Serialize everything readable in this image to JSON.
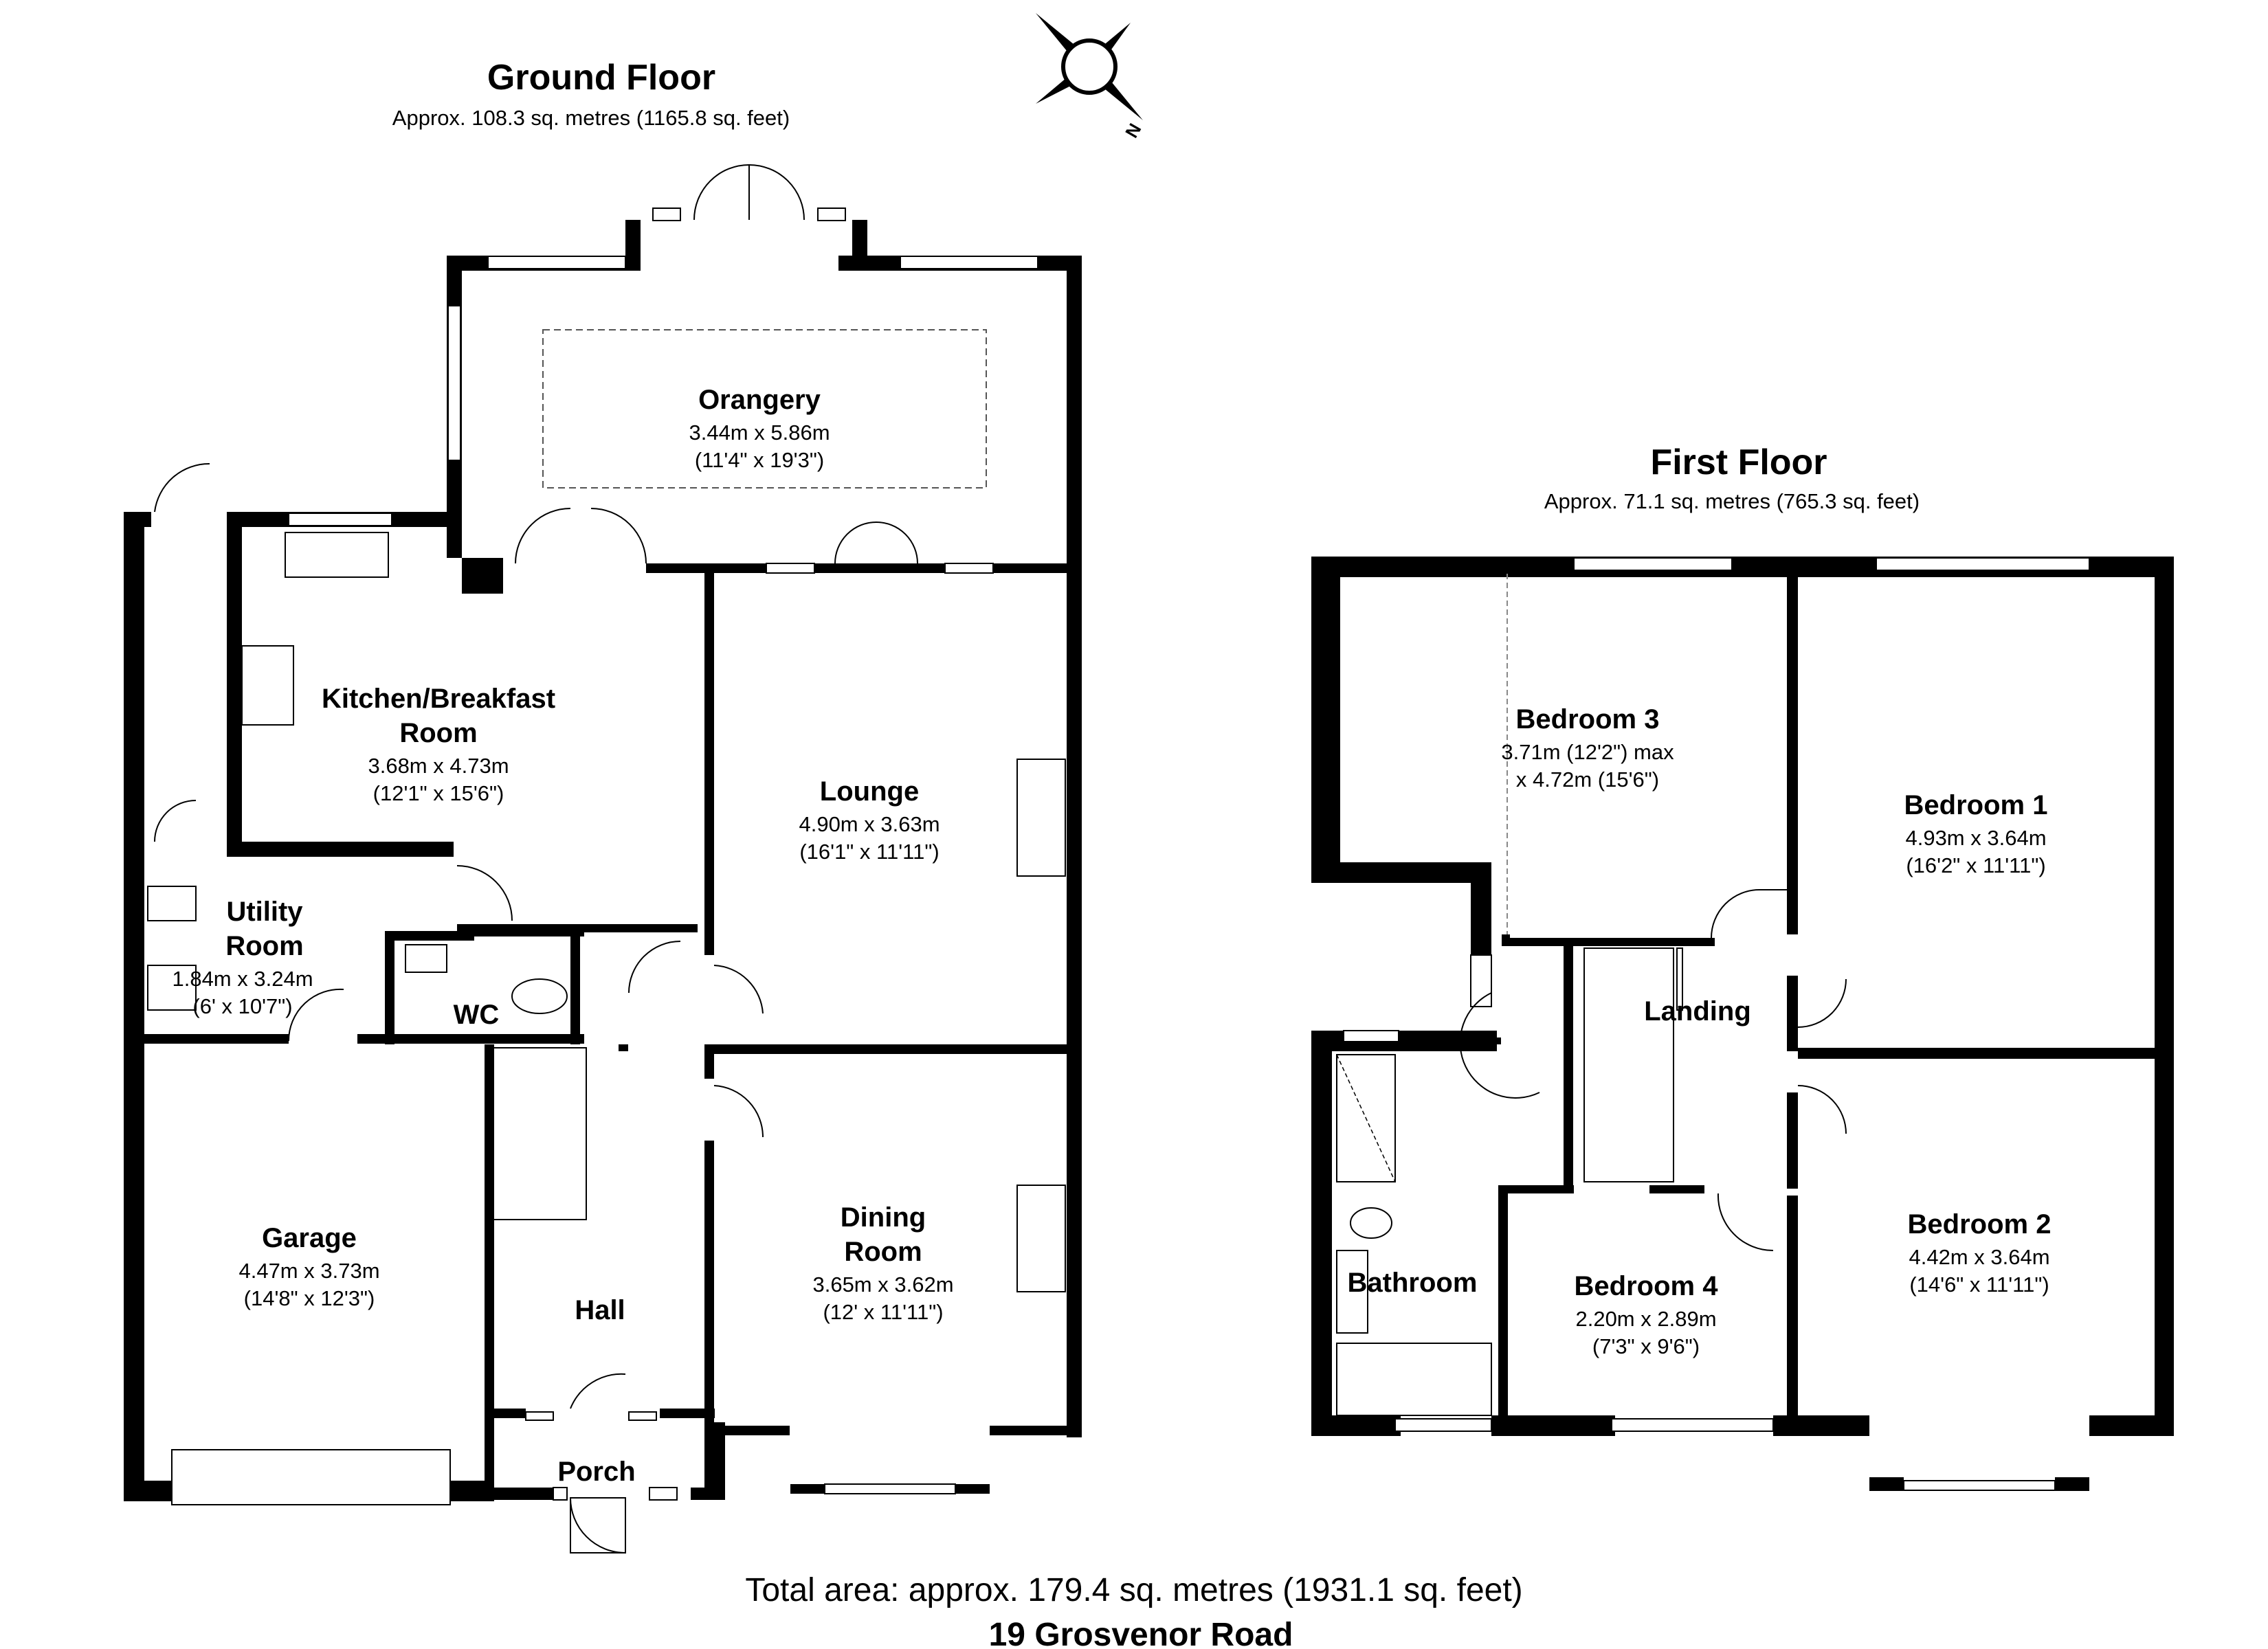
{
  "ground_floor": {
    "title": "Ground Floor",
    "area": "Approx. 108.3 sq. metres (1165.8 sq. feet)",
    "rooms": {
      "orangery": {
        "name": "Orangery",
        "metric": "3.44m x 5.86m",
        "imperial": "(11'4\" x 19'3\")"
      },
      "kitchen": {
        "name_line1": "Kitchen/Breakfast",
        "name_line2": "Room",
        "metric": "3.68m x 4.73m",
        "imperial": "(12'1\" x 15'6\")"
      },
      "lounge": {
        "name": "Lounge",
        "metric": "4.90m x 3.63m",
        "imperial": "(16'1\" x 11'11\")"
      },
      "utility": {
        "name_line1": "Utility",
        "name_line2": "Room",
        "metric": "1.84m x 3.24m",
        "imperial": "(6' x 10'7\")"
      },
      "wc": {
        "name": "WC"
      },
      "garage": {
        "name": "Garage",
        "metric": "4.47m x 3.73m",
        "imperial": "(14'8\" x 12'3\")"
      },
      "dining": {
        "name_line1": "Dining",
        "name_line2": "Room",
        "metric": "3.65m x 3.62m",
        "imperial": "(12' x 11'11\")"
      },
      "hall": {
        "name": "Hall"
      },
      "porch": {
        "name": "Porch"
      }
    }
  },
  "first_floor": {
    "title": "First Floor",
    "area": "Approx. 71.1 sq. metres (765.3 sq. feet)",
    "rooms": {
      "bedroom3": {
        "name": "Bedroom 3",
        "metric": "3.71m (12'2\") max",
        "imperial": "x 4.72m (15'6\")"
      },
      "bedroom1": {
        "name": "Bedroom 1",
        "metric": "4.93m x 3.64m",
        "imperial": "(16'2\" x 11'11\")"
      },
      "landing": {
        "name": "Landing"
      },
      "bathroom": {
        "name": "Bathroom"
      },
      "bedroom4": {
        "name": "Bedroom 4",
        "metric": "2.20m x 2.89m",
        "imperial": "(7'3\" x 9'6\")"
      },
      "bedroom2": {
        "name": "Bedroom 2",
        "metric": "4.42m x 3.64m",
        "imperial": "(14'6\" x 11'11\")"
      }
    }
  },
  "compass": {
    "north_label": "N"
  },
  "total_area": "Total area: approx. 179.4 sq. metres (1931.1 sq. feet)",
  "address": "19 Grosvenor Road",
  "colors": {
    "walls": "#000000",
    "background": "#ffffff"
  }
}
